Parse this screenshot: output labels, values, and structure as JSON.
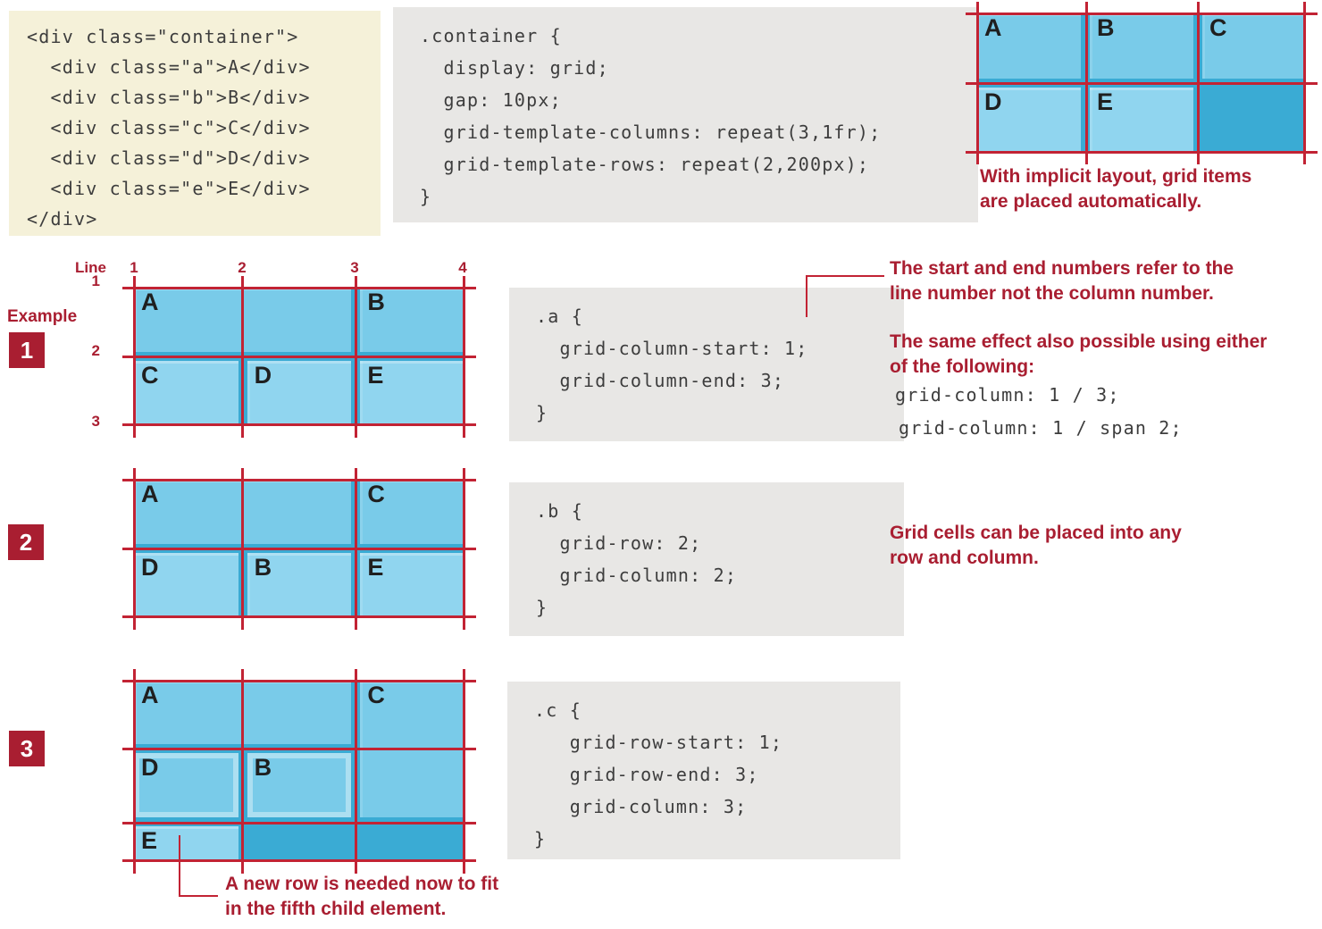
{
  "colors": {
    "accent_red": "#a91e31",
    "line_red": "#c22334",
    "grid_background_blue": "#3aabd4",
    "cell_medium_blue": "#79cbe9",
    "cell_light_blue": "#90d5ef",
    "code_background": "#e8e7e5",
    "html_background": "#f5f1d9",
    "code_text": "#3d3d3d"
  },
  "html_snippet": {
    "lines": [
      "<div class=\"container\">",
      "  <div class=\"a\">A</div>",
      "  <div class=\"b\">B</div>",
      "  <div class=\"c\">C</div>",
      "  <div class=\"d\">D</div>",
      "  <div class=\"e\">E</div>",
      "</div>"
    ]
  },
  "css_snippet": {
    "lines": [
      ".container {",
      "  display: grid;",
      "  gap: 10px;",
      "  grid-template-columns: repeat(3,1fr);",
      "  grid-template-rows: repeat(2,200px);",
      "}"
    ]
  },
  "implicit_diagram": {
    "cells": {
      "a": "A",
      "b": "B",
      "c": "C",
      "d": "D",
      "e": "E"
    },
    "caption_lines": [
      "With implicit layout, grid items",
      "are placed automatically."
    ]
  },
  "example1": {
    "example_label": "Example",
    "badge": "1",
    "line_label": "Line",
    "column_numbers": [
      "1",
      "2",
      "3",
      "4"
    ],
    "row_numbers": [
      "1",
      "2",
      "3"
    ],
    "cells": {
      "a": "A",
      "b": "B",
      "c": "C",
      "d": "D",
      "e": "E"
    },
    "code_lines": [
      ".a {",
      "  grid-column-start: 1;",
      "  grid-column-end: 3;",
      "}"
    ],
    "note1_lines": [
      "The start and end numbers refer to the",
      "line number not the column number."
    ],
    "note2_lines": [
      "The same effect also possible using either",
      "of the following:"
    ],
    "alt_code_lines": [
      "grid-column: 1 / 3;",
      "grid-column: 1 / span 2;"
    ]
  },
  "example2": {
    "badge": "2",
    "cells": {
      "a": "A",
      "b": "B",
      "c": "C",
      "d": "D",
      "e": "E"
    },
    "code_lines": [
      ".b {",
      "  grid-row: 2;",
      "  grid-column: 2;",
      "}"
    ],
    "note_lines": [
      "Grid cells can be placed into any",
      "row and column."
    ]
  },
  "example3": {
    "badge": "3",
    "cells": {
      "a": "A",
      "b": "B",
      "c": "C",
      "d": "D",
      "e": "E"
    },
    "code_lines": [
      ".c {",
      "   grid-row-start: 1;",
      "   grid-row-end: 3;",
      "   grid-column: 3;",
      "}"
    ],
    "note_lines": [
      "A new row is needed now to fit",
      "in the fifth child element."
    ]
  }
}
